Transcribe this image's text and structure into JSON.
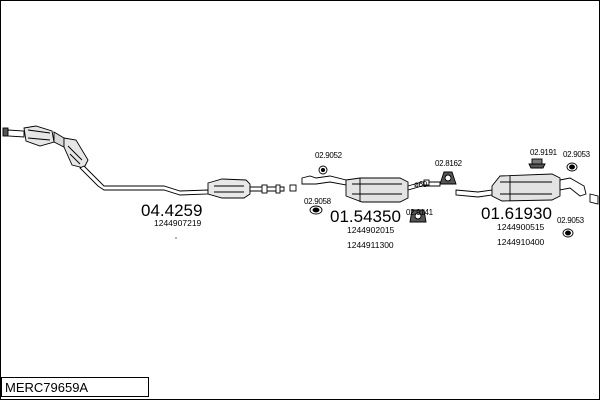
{
  "diagram": {
    "reference": "MERC79659A",
    "groups": [
      {
        "main_number": "04.4259",
        "oem_numbers": [
          "1244907219"
        ]
      },
      {
        "main_number": "01.54350",
        "oem_numbers": [
          "1244902015",
          "1244911300"
        ]
      },
      {
        "main_number": "01.61930",
        "oem_numbers": [
          "1244900515",
          "1244910400"
        ]
      }
    ],
    "part_labels": [
      "02.9052",
      "02.9058",
      "02.9141",
      "02.8162",
      "02.9191",
      "02.9053",
      "02.9053"
    ],
    "connector_label": "ø60"
  }
}
